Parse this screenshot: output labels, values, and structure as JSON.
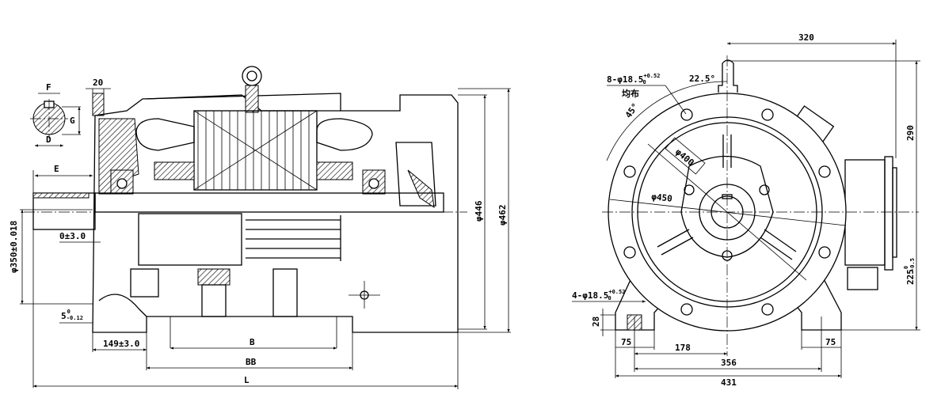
{
  "side_view": {
    "key_width": "F",
    "key_height": "G",
    "shaft_diameter": "D",
    "flange_thickness": "20",
    "shaft_length": "E",
    "spigot_diameter": "φ350±0.018",
    "spigot_offset": "0±3.0",
    "spigot_depth_main": "5",
    "spigot_depth_tol_upper": "0",
    "spigot_depth_tol_lower": "-0.12",
    "flange_to_foot": "149±3.0",
    "foot_spacing": "B",
    "base_length": "BB",
    "overall_length": "L",
    "body_diameter_1": "φ446",
    "body_diameter_2": "φ462"
  },
  "end_view": {
    "width_to_box": "320",
    "flange_holes_main": "8-φ18.5",
    "flange_holes_tol_upper": "+0.52",
    "flange_holes_tol_lower": "0",
    "flange_holes_note": "均布",
    "angle_1": "22.5°",
    "angle_2": "45°",
    "pitch_diameter": "φ400",
    "flange_diameter": "φ450",
    "height_total": "290",
    "shaft_height_main": "225",
    "shaft_height_tol_upper": "0",
    "shaft_height_tol_lower": "-0.5",
    "foot_holes_main": "4-φ18.5",
    "foot_holes_tol_upper": "+0.52",
    "foot_holes_tol_lower": "0",
    "foot_thickness": "28",
    "foot_width_left": "75",
    "half_foot_spacing": "178",
    "foot_spacing": "356",
    "base_width": "431",
    "foot_width_right": "75"
  }
}
